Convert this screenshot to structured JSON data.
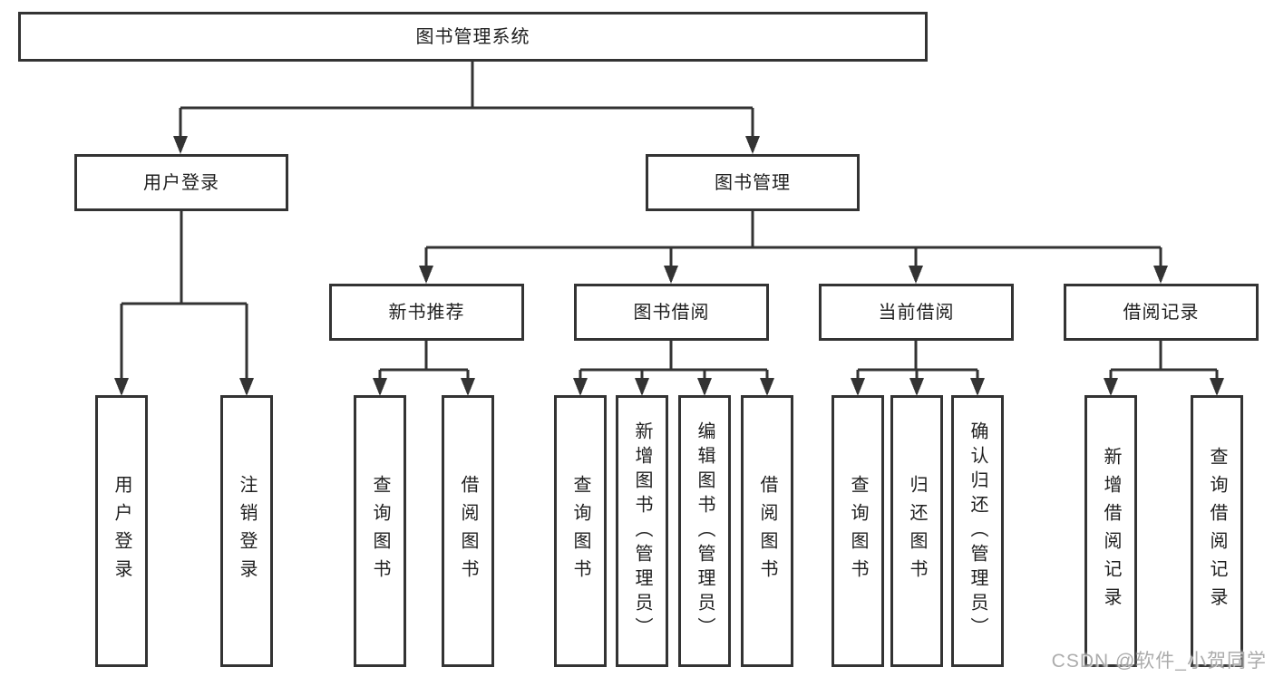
{
  "diagram": {
    "root": "图书管理系统",
    "level2": {
      "user": "用户登录",
      "mgmt": "图书管理"
    },
    "user_children": [
      "用户登录",
      "注销登录"
    ],
    "level3": [
      {
        "label": "新书推荐",
        "children": [
          "查询图书",
          "借阅图书"
        ]
      },
      {
        "label": "图书借阅",
        "children": [
          "查询图书",
          "新增图书（管理员）",
          "编辑图书（管理员）",
          "借阅图书"
        ]
      },
      {
        "label": "当前借阅",
        "children": [
          "查询图书",
          "归还图书",
          "确认归还（管理员）"
        ]
      },
      {
        "label": "借阅记录",
        "children": [
          "新增借阅记录",
          "查询借阅记录"
        ]
      }
    ]
  },
  "watermark": "CSDN @软件_小贺同学",
  "colors": {
    "line": "#333333",
    "text": "#1f1f1f",
    "background": "#ffffff",
    "watermark": "#9e9e9e"
  }
}
